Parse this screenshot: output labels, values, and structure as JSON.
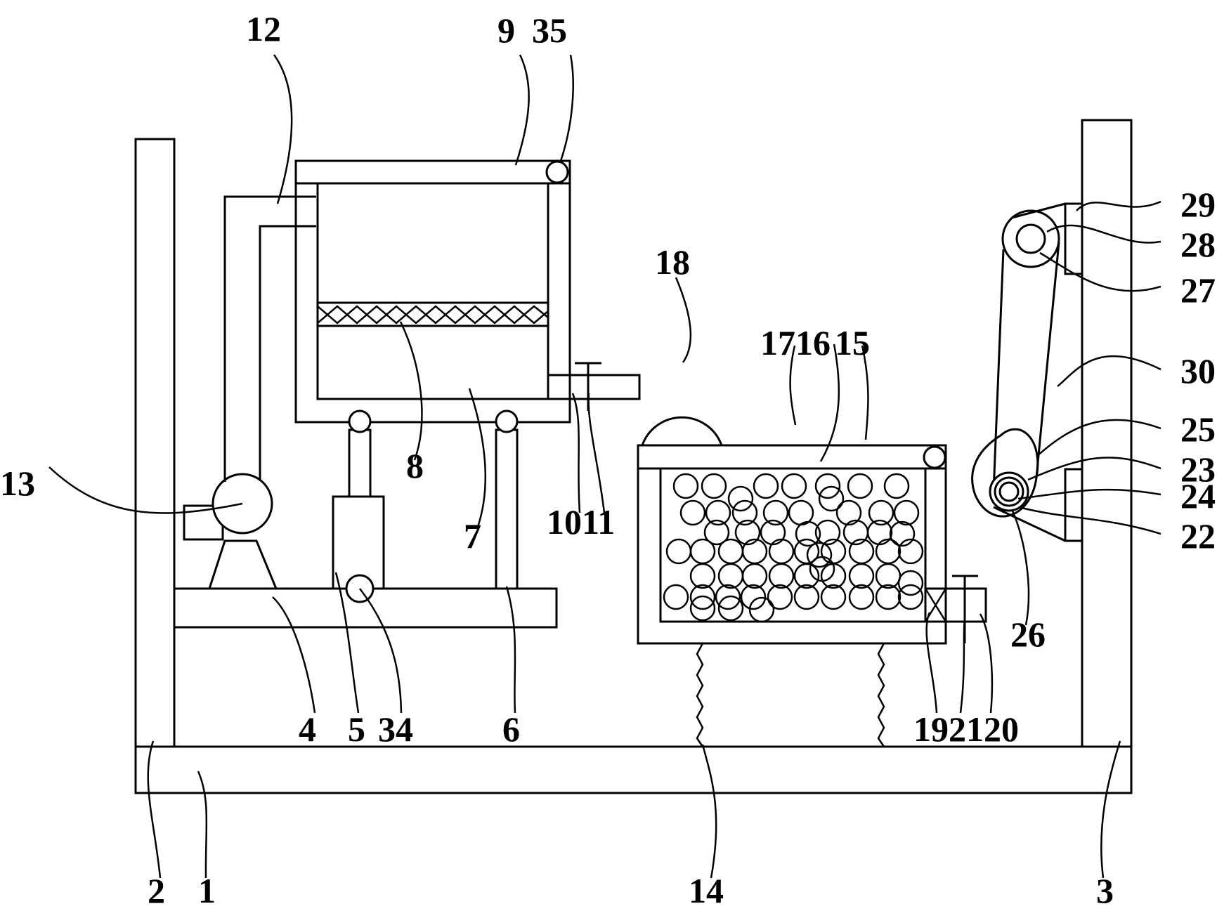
{
  "callouts": {
    "c1": "1",
    "c2": "2",
    "c3": "3",
    "c4": "4",
    "c5": "5",
    "c6": "6",
    "c7": "7",
    "c8": "8",
    "c9": "9",
    "c1011": "1011",
    "c12": "12",
    "c13": "13",
    "c14": "14",
    "c15": "15",
    "c1716": "1716",
    "c18": "18",
    "c192120": "192120",
    "c22": "22",
    "c23": "23",
    "c24": "24",
    "c25": "25",
    "c26": "26",
    "c27": "27",
    "c28": "28",
    "c29": "29",
    "c30": "30",
    "c34": "34",
    "c35": "35"
  }
}
